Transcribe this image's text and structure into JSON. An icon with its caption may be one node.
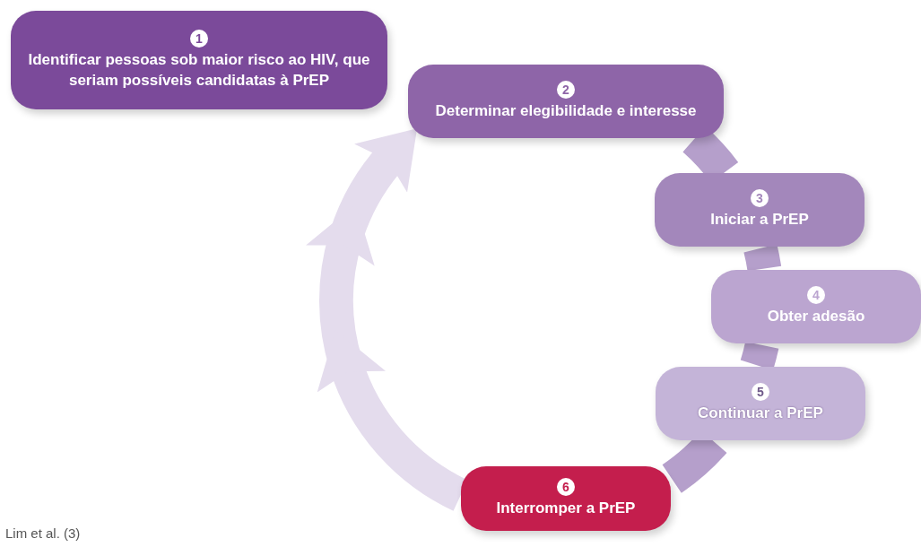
{
  "diagram": {
    "nodes": [
      {
        "text": [
          "1",
          "Identificar pessoas sob maior risco ao HIV, que seriam possíveis candidatas à PrEP"
        ]
      },
      {
        "text": [
          "2",
          "Determinar elegibilidade e interesse"
        ]
      },
      {
        "text": [
          "3",
          "Iniciar a PrEP"
        ]
      },
      {
        "text": [
          "4",
          "Obter adesão"
        ]
      },
      {
        "text": [
          "5",
          "Continuar a PrEP"
        ]
      },
      {
        "text": [
          "6",
          "Interromper a PrEP"
        ]
      }
    ],
    "edges": [
      {
        "from": 1,
        "to": 2,
        "arrow": "none"
      },
      {
        "from": 2,
        "to": 3,
        "arrow": "none"
      },
      {
        "from": 3,
        "to": 4,
        "arrow": "none"
      },
      {
        "from": 4,
        "to": 5,
        "arrow": "none"
      },
      {
        "from": 5,
        "to": 1,
        "arrow": "to",
        "color": "#e4dced"
      }
    ],
    "labels": [
      "Lim et al. (3)"
    ]
  }
}
